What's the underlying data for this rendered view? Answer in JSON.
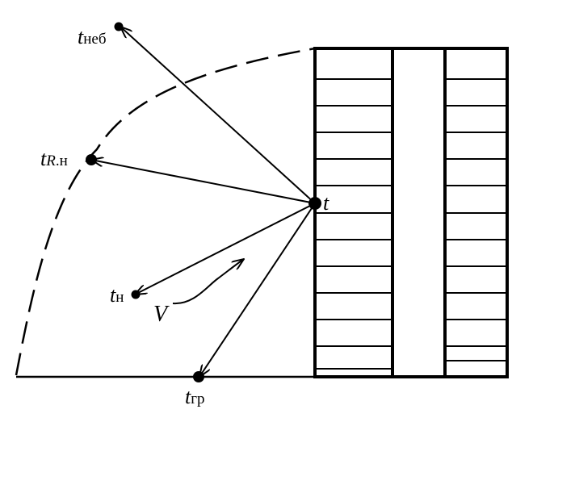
{
  "labels": {
    "t_sky": {
      "main": "t",
      "sub": "неб"
    },
    "t_rn": {
      "main": "t",
      "sub_italic": "R",
      "sub": ".н"
    },
    "t_surface": {
      "main": "t"
    },
    "t_n": {
      "main": "t",
      "sub": "н"
    },
    "t_ground": {
      "main": "t",
      "sub": "гр"
    },
    "volume": "V"
  }
}
